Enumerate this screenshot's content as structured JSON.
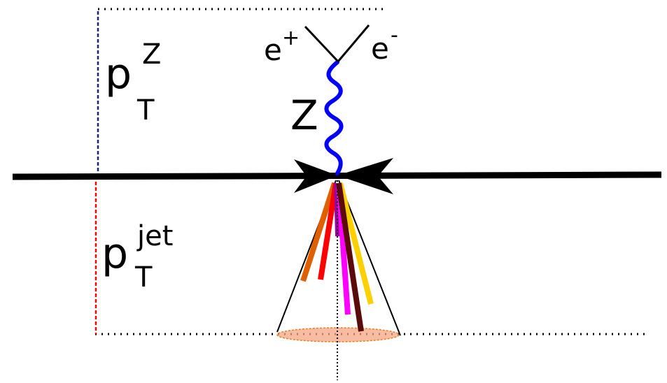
{
  "labels": {
    "pt": "p",
    "sub_t": "T",
    "sup_z": "Z",
    "sup_jet": "jet",
    "boson": "Z",
    "electron_base": "e",
    "electron_plus": "+",
    "electron_minus": "-"
  },
  "colors": {
    "beam": "#000000",
    "boson": "#0000ff",
    "z_axis_dash": "#1a237e",
    "jet_axis_dash": "#ff0000",
    "dotted_rule": "#000000",
    "jet_disc_fill": "#f4a582",
    "jet_disc_edge": "#e67e22",
    "tracks": [
      "#e06000",
      "#ff0000",
      "#a000a0",
      "#ff00ff",
      "#ffd000",
      "#5a0a0a"
    ]
  }
}
